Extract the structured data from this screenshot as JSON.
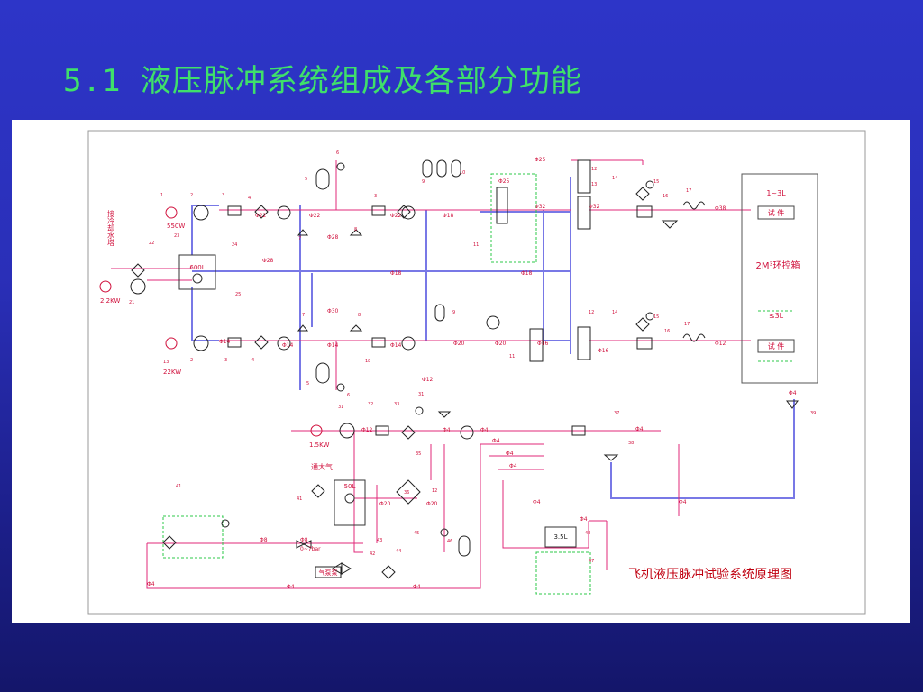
{
  "slide": {
    "title": "5.1 液压脉冲系统组成及各部分功能"
  },
  "diagram": {
    "caption": "飞机液压脉冲试验系统原理图",
    "labels": {
      "cooling_tower": "接冷却水塔",
      "chamber_label": "2M³环控箱",
      "vol_upper": "1~3L",
      "vol_lower": "≤3L",
      "specimen": "试 件",
      "tank_600": "600L",
      "tank_50": "50L",
      "tank_35": "3.5L",
      "atmosphere": "通大气",
      "air_pump": "气泵泵",
      "motor_p1": "550W",
      "motor_p2": "2.2KW",
      "motor_p3": "22KW",
      "motor_p4": "1.5KW",
      "phi22": "Φ22",
      "phi28": "Φ28",
      "phi30": "Φ30",
      "phi18": "Φ18",
      "phi14": "Φ14",
      "phi20": "Φ20",
      "phi16": "Φ16",
      "phi12": "Φ12",
      "phi8": "Φ8",
      "phi4": "Φ4",
      "phi32": "Φ32",
      "phi25": "Φ25",
      "phi38": "Φ38",
      "pressure_range": "0~7bar"
    }
  },
  "colors": {
    "bg": "#2a2fb8",
    "title": "#3fe06a",
    "line": "#e0287a",
    "pipe": "#7878e6",
    "symbol": "#222222",
    "label": "#d0103c",
    "green": "#2cc84a"
  }
}
